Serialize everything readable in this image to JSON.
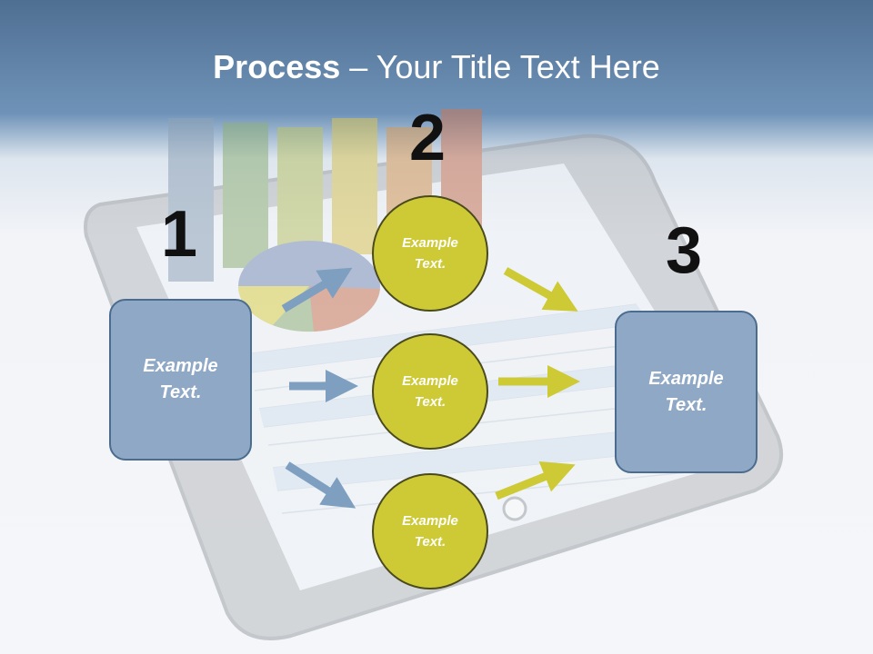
{
  "slide": {
    "title_bold": "Process",
    "title_rest": " – Your Title Text Here",
    "numbers": [
      "1",
      "2",
      "3"
    ],
    "left_box": "Example\nText.",
    "right_box": "Example\nText.",
    "circles": [
      "Example\nText.",
      "Example\nText.",
      "Example\nText."
    ]
  },
  "colors": {
    "header": "#6f93b8",
    "box_fill": "#8ea8c6",
    "box_border": "#4b6c8e",
    "circle_fill": "#cdca35",
    "arrow_blue": "#7e9fc0",
    "arrow_yellow": "#cdca35"
  }
}
